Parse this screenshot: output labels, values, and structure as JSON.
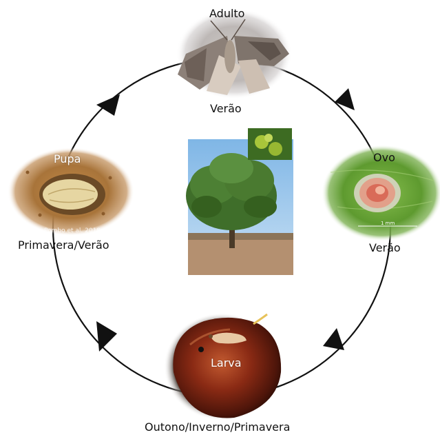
{
  "stages": {
    "adult": {
      "name": "Adulto",
      "season": "Verão"
    },
    "egg": {
      "name": "Ovo",
      "season": "Verão",
      "scale_bar": "1 mm"
    },
    "larva": {
      "name": "Larva",
      "season": "Outono/Inverno/Primavera"
    },
    "pupa": {
      "name": "Pupa",
      "season": "Primavera/Verão",
      "credit": "Pombo et al. 2018"
    }
  },
  "colors": {
    "cycle_line": "#111111",
    "egg_background": "#5e9a2f",
    "chestnut": "#8a2a14",
    "pupa_cell": "#b07a3c"
  },
  "icons": [
    "moth-icon",
    "egg-icon",
    "chestnut-larva-icon",
    "pupa-icon",
    "chestnut-tree-icon"
  ]
}
